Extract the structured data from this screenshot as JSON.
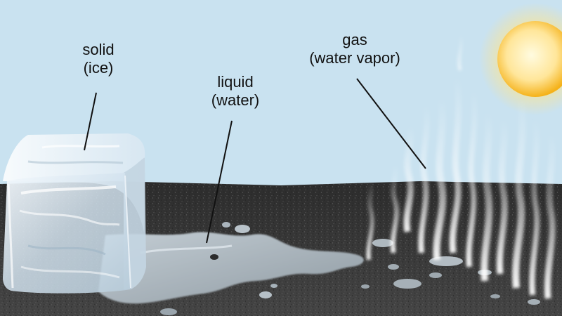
{
  "labels": {
    "solid": {
      "term": "solid",
      "detail": "(ice)"
    },
    "liquid": {
      "term": "liquid",
      "detail": "(water)"
    },
    "gas": {
      "term": "gas",
      "detail": "(water vapor)"
    }
  },
  "colors": {
    "sky": "#c9e2f0",
    "ground": "#3b3b3b",
    "water": "#a9b4bc",
    "ice": "#e3eef6",
    "sun": "#ffd23c",
    "leader_line": "#111111"
  },
  "icons": [
    "ice-cube",
    "water-puddle",
    "steam-wisps",
    "sun"
  ]
}
